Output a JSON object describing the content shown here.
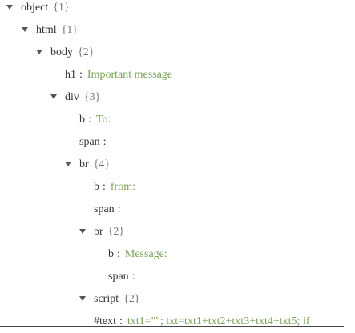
{
  "tree": {
    "object": {
      "key": "object",
      "count": "{1}"
    },
    "html": {
      "key": "html",
      "count": "{1}"
    },
    "body": {
      "key": "body",
      "count": "{2}"
    },
    "h1": {
      "key": "h1",
      "sep": ":",
      "value": "Important message"
    },
    "div": {
      "key": "div",
      "count": "{3}"
    },
    "div_b": {
      "key": "b",
      "sep": ":",
      "value": "To:"
    },
    "div_span": {
      "key": "span",
      "sep": ":"
    },
    "br1": {
      "key": "br",
      "count": "{4}"
    },
    "br1_b": {
      "key": "b",
      "sep": ":",
      "value": "from:"
    },
    "br1_span": {
      "key": "span",
      "sep": ":"
    },
    "br2": {
      "key": "br",
      "count": "{2}"
    },
    "br2_b": {
      "key": "b",
      "sep": ":",
      "value": "Message:"
    },
    "br2_span": {
      "key": "span",
      "sep": ":"
    },
    "script": {
      "key": "script",
      "count": "{2}"
    },
    "text": {
      "key": "#text",
      "sep": ":",
      "value": "txt1=\"\"; txt=txt1+txt2+txt3+txt4+txt5; if"
    }
  },
  "colors": {
    "key": "#333333",
    "count": "#777777",
    "value": "#7aa35a",
    "toggle": "#555555"
  },
  "icons": {
    "expanded": "caret-down-icon"
  }
}
